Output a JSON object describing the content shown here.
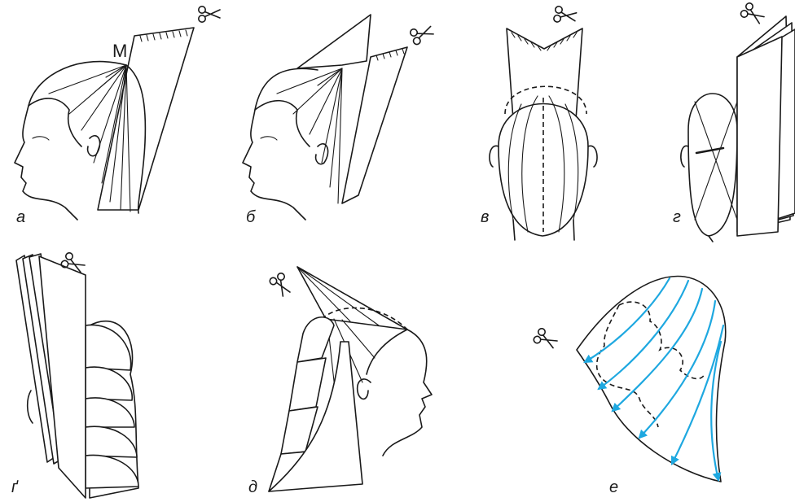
{
  "labels": {
    "a": "а",
    "b": "б",
    "v": "в",
    "g": "г",
    "g2": "ґ",
    "d": "д",
    "e": "е"
  },
  "point_label": "М",
  "colors": {
    "line": "#1a1a1a",
    "guide": "#1ea8e0"
  },
  "icons": [
    "scissors-icon",
    "head-profile-left",
    "head-back-view",
    "head-profile-right",
    "layer-cards",
    "stroke-arrows"
  ]
}
